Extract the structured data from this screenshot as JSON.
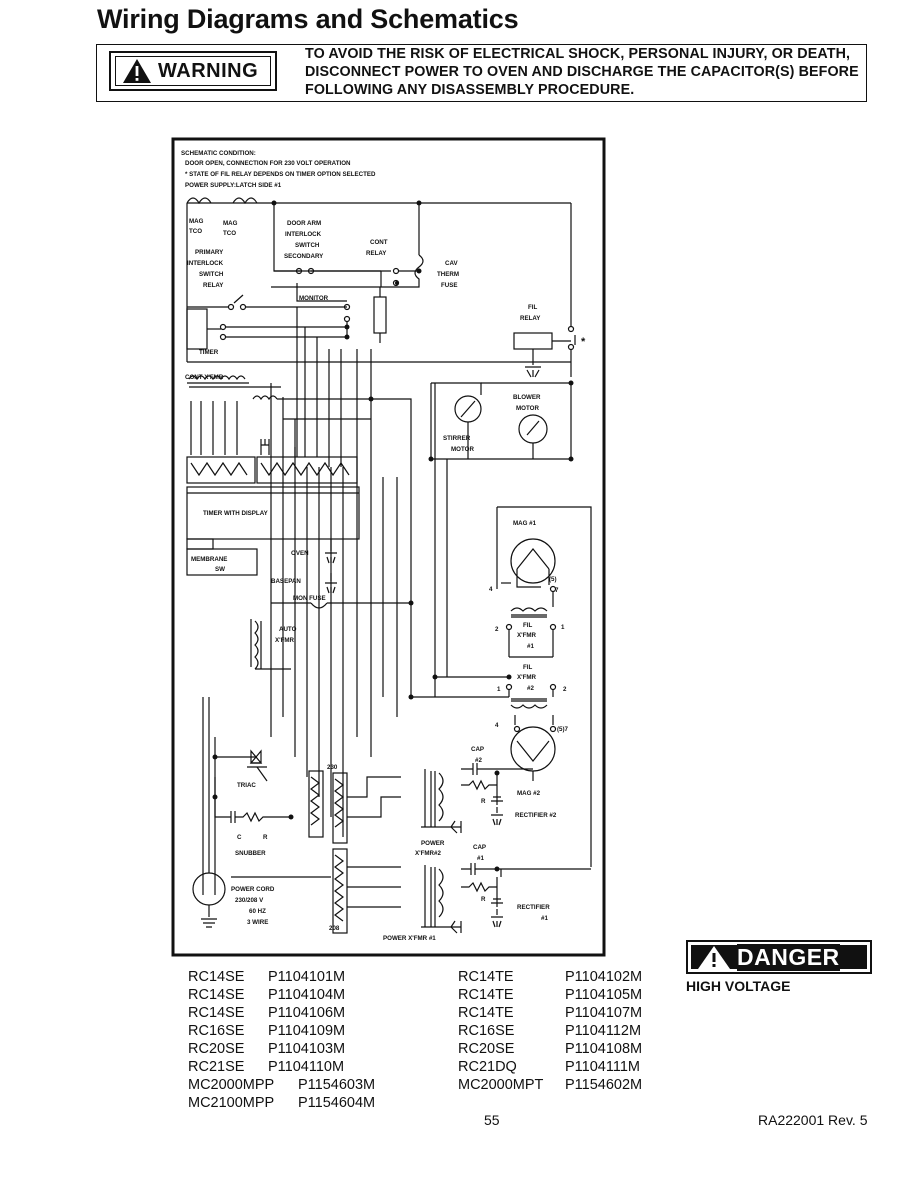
{
  "page": {
    "title": "Wiring Diagrams and Schematics",
    "page_number": "55",
    "doc_code": "RA222001 Rev. 5"
  },
  "warning": {
    "label": "WARNING",
    "lines": [
      "TO AVOID THE RISK OF ELECTRICAL SHOCK, PERSONAL INJURY, OR DEATH,",
      "DISCONNECT POWER TO OVEN AND DISCHARGE THE CAPACITOR(S) BEFORE",
      "FOLLOWING ANY DISASSEMBLY PROCEDURE."
    ]
  },
  "schematic": {
    "condition_title": "SCHEMATIC CONDITION:",
    "condition_lines": [
      "DOOR OPEN, CONNECTION FOR 230 VOLT OPERATION",
      "* STATE OF FIL RELAY DEPENDS ON TIMER OPTION SELECTED",
      "POWER SUPPLY:LATCH SIDE #1"
    ],
    "labels": {
      "mag_tco_1a": "MAG",
      "mag_tco_1b": "TCO",
      "mag_tco_2a": "MAG",
      "mag_tco_2b": "TCO",
      "door_arm_1": "DOOR ARM",
      "door_arm_2": "INTERLOCK",
      "door_arm_3": "SWITCH",
      "door_arm_4": "SECONDARY",
      "cont_relay_1": "CONT",
      "cont_relay_2": "RELAY",
      "primary_1": "PRIMARY",
      "primary_2": "INTERLOCK",
      "primary_3": "SWITCH",
      "primary_4": "RELAY",
      "cav_1": "CAV",
      "cav_2": "THERM",
      "cav_3": "FUSE",
      "monitor": "MONITOR",
      "fil_relay_1": "FIL",
      "fil_relay_2": "RELAY",
      "asterisk": "*",
      "timer": "TIMER",
      "cont_xfmr": "CONT X'FMR",
      "blower_1": "BLOWER",
      "blower_2": "MOTOR",
      "stirrer_1": "STIRRER",
      "stirrer_2": "MOTOR",
      "timer_display": "TIMER WITH DISPLAY",
      "membrane_1": "MEMBRANE",
      "membrane_2": "SW",
      "oven": "OVEN",
      "basepan": "BASEPAN",
      "mon_fuse": "MON FUSE",
      "auto_1": "AUTO",
      "auto_2": "X'FMR",
      "mag1": "MAG #1",
      "mag1_pin5": "(5)",
      "mag1_pin7": "7",
      "mag1_pin4": "4",
      "fil1_pin2": "2",
      "fil1_pin1": "1",
      "fil1_1": "FIL",
      "fil1_2": "X'FMR",
      "fil1_3": "#1",
      "fil2_1": "FIL",
      "fil2_2": "X'FMR",
      "fil2_3": "#2",
      "fil2_pin1": "1",
      "fil2_pin2": "2",
      "mag2_pin4": "4",
      "mag2_pin57": "(5)7",
      "cap2_1": "CAP",
      "cap2_2": "#2",
      "mag2": "MAG #2",
      "r2": "R",
      "rect2": "RECTIFIER #2",
      "v230": "230",
      "triac": "TRIAC",
      "snub_c": "C",
      "snub_r": "R",
      "snubber": "SNUBBER",
      "power_x2_1": "POWER",
      "power_x2_2": "X'FMR#2",
      "cap1_1": "CAP",
      "cap1_2": "#1",
      "r1": "R",
      "rect1_1": "RECTIFIER",
      "rect1_2": "#1",
      "cord_1": "POWER CORD",
      "cord_2": "230/208 V",
      "cord_3": "60 HZ",
      "cord_4": "3 WIRE",
      "v208": "208",
      "power_x1": "POWER X'FMR #1"
    }
  },
  "models": {
    "left": [
      [
        "RC14SE",
        "P1104101M"
      ],
      [
        "RC14SE",
        "P1104104M"
      ],
      [
        "RC14SE",
        "P1104106M"
      ],
      [
        "RC16SE",
        "P1104109M"
      ],
      [
        "RC20SE",
        "P1104103M"
      ],
      [
        "RC21SE",
        "P1104110M"
      ],
      [
        "MC2000MPP",
        "P1154603M"
      ],
      [
        "MC2100MPP",
        "P1154604M"
      ]
    ],
    "right": [
      [
        "RC14TE",
        "P1104102M"
      ],
      [
        "RC14TE",
        "P1104105M"
      ],
      [
        "RC14TE",
        "P1104107M"
      ],
      [
        "RC16SE",
        "P1104112M"
      ],
      [
        "RC20SE",
        "P1104108M"
      ],
      [
        "RC21DQ",
        "P1104111M"
      ],
      [
        "MC2000MPT",
        "P1154602M"
      ]
    ]
  },
  "danger": {
    "label": "DANGER",
    "subtitle": "HIGH VOLTAGE"
  }
}
